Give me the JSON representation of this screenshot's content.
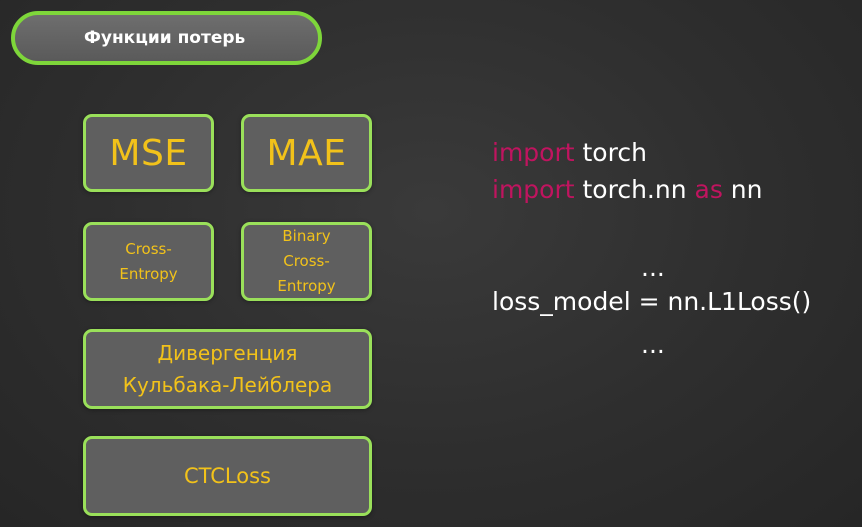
{
  "title": "Функции потерь",
  "boxes": {
    "mse": "MSE",
    "mae": "MAE",
    "cross_entropy": "Cross-\nEntropy",
    "binary_cross_entropy": "Binary\nCross-\nEntropy",
    "kl_divergence": "Дивергенция\nКульбака-Лейблера",
    "ctc_loss": "CTCLoss"
  },
  "code": {
    "line1_kw": "import",
    "line1_rest": " torch",
    "line2_kw": "import",
    "line2_mid": " torch.nn ",
    "line2_kw2": "as",
    "line2_rest": " nn",
    "ellipsis1": "...",
    "loss_line": "loss_model = nn.L1Loss()",
    "ellipsis2": "..."
  },
  "colors": {
    "accent_green": "#9ae05a",
    "box_text": "#f2c21a",
    "keyword": "#c0145f"
  }
}
